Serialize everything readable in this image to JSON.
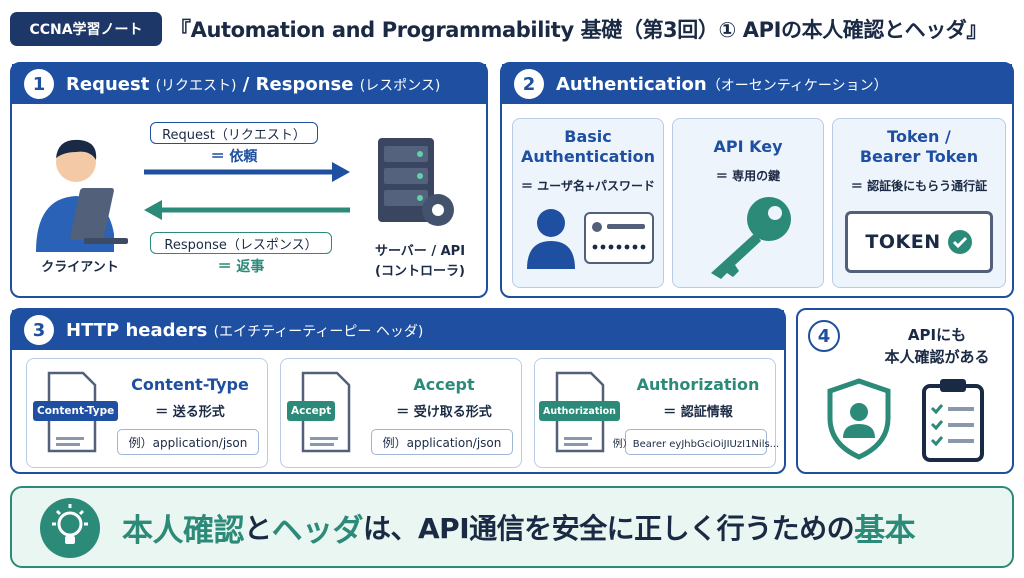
{
  "tag": "CCNA学習ノート",
  "title": "『Automation and Programmability 基礎（第3回）① APIの本人確認とヘッダ』",
  "section1": {
    "num": "1",
    "title": "Request",
    "title_kana": "(リクエスト)",
    "sep": "/",
    "title2": "Response",
    "title2_kana": "(レスポンス)",
    "request_label": "Request（リクエスト）",
    "request_meaning": "＝ 依頼",
    "response_label": "Response（レスポンス）",
    "response_meaning": "＝ 返事",
    "client_label": "クライアント",
    "server_label": "サーバー / API",
    "server_sub": "(コントローラ)",
    "colors": {
      "request_arrow": "#1e4fa0",
      "response_arrow": "#2c8a78"
    }
  },
  "section2": {
    "num": "2",
    "title": "Authentication",
    "title_kana": "（オーセンティケーション）",
    "cards": [
      {
        "title_line1": "Basic",
        "title_line2": "Authentication",
        "sub": "＝ ユーザ名+パスワード",
        "icon": "user-password-icon"
      },
      {
        "title_line1": "API Key",
        "title_line2": "",
        "sub": "＝ 専用の鍵",
        "icon": "key-icon"
      },
      {
        "title_line1": "Token /",
        "title_line2": "Bearer Token",
        "sub": "＝ 認証後にもらう通行証",
        "icon": "token-ticket-icon",
        "token_text": "TOKEN"
      }
    ]
  },
  "section3": {
    "num": "3",
    "title": "HTTP headers",
    "title_kana": "(エイチティーティーピー ヘッダ)",
    "headers": [
      {
        "name": "Content-Type",
        "meaning": "＝ 送る形式",
        "example": "例）application/json",
        "doc_label": "Content-Type",
        "color": "#1e4fa0"
      },
      {
        "name": "Accept",
        "meaning": "＝ 受け取る形式",
        "example": "例）application/json",
        "doc_label": "Accept",
        "color": "#2c8a78"
      },
      {
        "name": "Authorization",
        "meaning": "＝ 認証情報",
        "example": "例）Bearer eyJhbGciOiJIUzI1Nils...",
        "doc_label": "Authorization",
        "color": "#2c8a78"
      }
    ]
  },
  "section4": {
    "num": "4",
    "line1": "APIにも",
    "line2": "本人確認がある"
  },
  "bottom": {
    "part1": "本人確認",
    "part2": "と",
    "part3": "ヘッダ",
    "part4": "は、API通信を安全に正しく行うための",
    "part5": "基本"
  }
}
